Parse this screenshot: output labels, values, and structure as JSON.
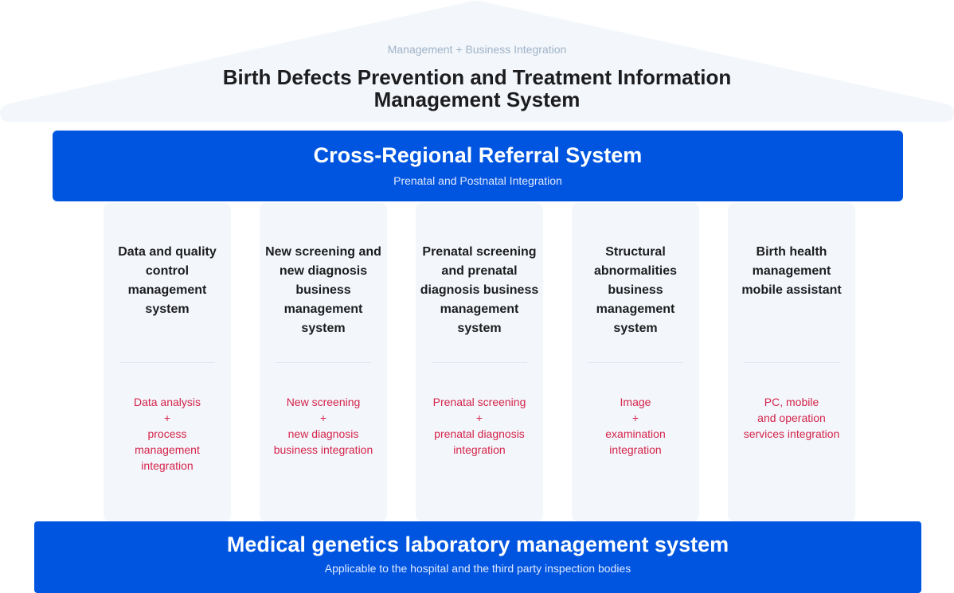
{
  "roof": {
    "subtitle": "Management + Business Integration",
    "title_lines": [
      "Birth Defects Prevention and Treatment Information",
      "Management System"
    ]
  },
  "referral": {
    "title": "Cross-Regional Referral System",
    "subtitle": "Prenatal and Postnatal Integration"
  },
  "pillars": [
    {
      "title": [
        "Data and quality",
        "control",
        "management",
        "system"
      ],
      "desc": [
        "Data analysis",
        "+",
        "process",
        "management",
        "integration"
      ]
    },
    {
      "title": [
        "New screening and",
        "new diagnosis",
        "business",
        "management",
        "system"
      ],
      "desc": [
        "New screening",
        "+",
        "new diagnosis",
        "business integration"
      ]
    },
    {
      "title": [
        "Prenatal screening",
        "and prenatal",
        "diagnosis business",
        "management",
        "system"
      ],
      "desc": [
        "Prenatal screening",
        "+",
        "prenatal diagnosis",
        "integration"
      ]
    },
    {
      "title": [
        "Structural",
        "abnormalities",
        "business",
        "management",
        "system"
      ],
      "desc": [
        "Image",
        "+",
        "examination",
        "integration"
      ]
    },
    {
      "title": [
        "Birth health",
        "management",
        "mobile assistant"
      ],
      "desc": [
        "PC, mobile",
        "and operation",
        "services integration"
      ]
    }
  ],
  "foundation": {
    "title": "Medical genetics laboratory management system",
    "subtitle": "Applicable to the hospital and the third party inspection bodies"
  },
  "colors": {
    "blue": "#0055e0",
    "red": "#d5234a",
    "card": "#f3f7fb"
  }
}
